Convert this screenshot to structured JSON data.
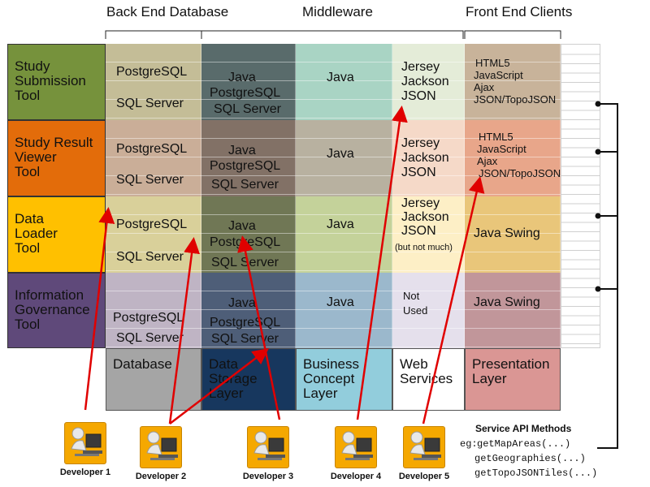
{
  "headers": {
    "backend": "Back End Database",
    "middleware": "Middleware",
    "frontend": "Front End Clients"
  },
  "tools": [
    {
      "label": "Study\nSubmission\nTool",
      "color": "#76923c"
    },
    {
      "label": "Study Result\nViewer\nTool",
      "color": "#e36c0a"
    },
    {
      "label": "Data\nLoader\nTool",
      "color": "#ffc000"
    },
    {
      "label": "Information\nGovernance\nTool",
      "color": "#5f497a"
    }
  ],
  "rows": [
    {
      "db": [
        "PostgreSQL",
        "SQL Server"
      ],
      "storage": [
        "Java",
        "PostgreSQL",
        "SQL Server"
      ],
      "business": "Java",
      "web": [
        "Jersey",
        "Jackson",
        "JSON"
      ],
      "presentation": [
        "HTML5",
        "JavaScript",
        "Ajax",
        "JSON/TopoJSON"
      ]
    },
    {
      "db": [
        "PostgreSQL",
        "SQL Server"
      ],
      "storage": [
        "Java",
        "PostgreSQL",
        "SQL Server"
      ],
      "business": "Java",
      "web": [
        "Jersey",
        "Jackson",
        "JSON"
      ],
      "presentation": [
        "HTML5",
        "JavaScript",
        "Ajax",
        "JSON/TopoJSON"
      ]
    },
    {
      "db": [
        "PostgreSQL",
        "SQL Server"
      ],
      "storage": [
        "Java",
        "PostgreSQL",
        "SQL Server"
      ],
      "business": "Java",
      "web": [
        "Jersey",
        "Jackson",
        "JSON"
      ],
      "web_note": "(but not much)",
      "presentation": [
        "Java Swing"
      ]
    },
    {
      "db": [
        "PostgreSQL",
        "SQL Server"
      ],
      "storage": [
        "Java",
        "PostgreSQL",
        "SQL Server"
      ],
      "business": "Java",
      "web": [
        "Not",
        "Used"
      ],
      "presentation": [
        "Java Swing"
      ]
    }
  ],
  "layers": [
    {
      "label": "Database",
      "color": "#a5a5a5"
    },
    {
      "label": "Data\nStorage\nLayer",
      "color": "#17375e"
    },
    {
      "label": "Business\nConcept\nLayer",
      "color": "#92cddc"
    },
    {
      "label": "Web\nServices",
      "color": "#ffffff"
    },
    {
      "label": "Presentation\nLayer",
      "color": "#da9694"
    }
  ],
  "developers": [
    "Developer 1",
    "Developer 2",
    "Developer 3",
    "Developer 4",
    "Developer 5"
  ],
  "api": {
    "title": "Service API Methods",
    "prefix": "eg:",
    "methods": [
      "getMapAreas(...)",
      "getGeographies(...)",
      "getTopoJSONTiles(...)"
    ]
  }
}
